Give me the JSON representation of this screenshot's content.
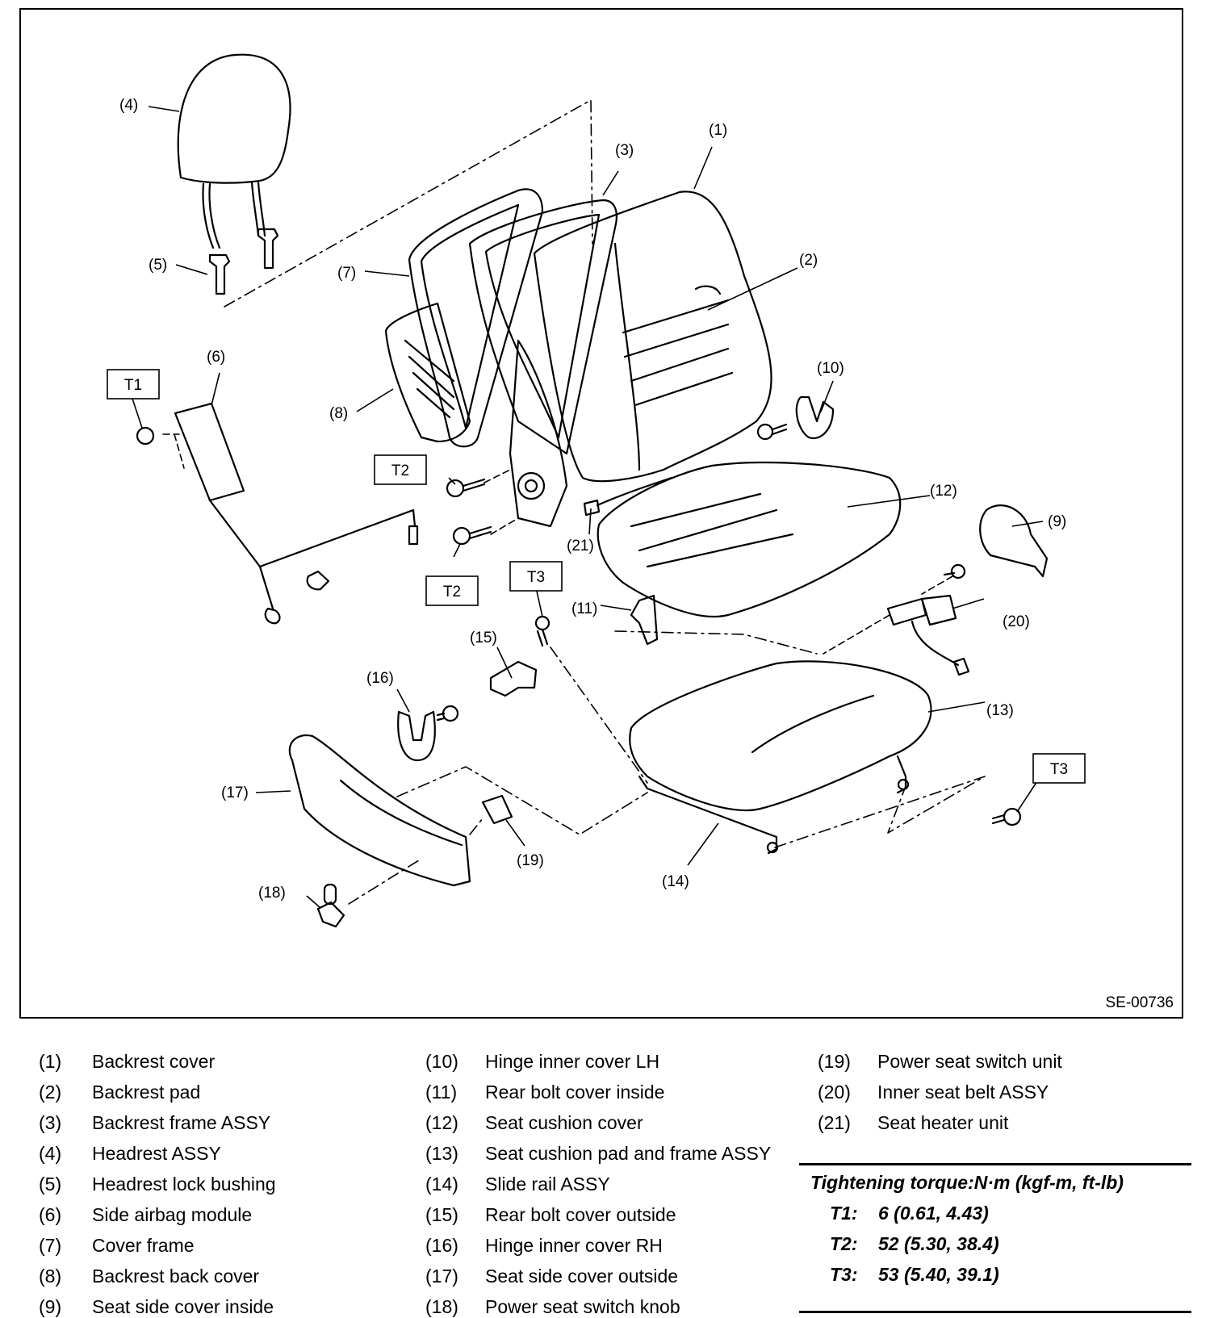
{
  "figure": {
    "code": "SE-00736",
    "callouts": [
      "(1)",
      "(2)",
      "(3)",
      "(4)",
      "(5)",
      "(6)",
      "(7)",
      "(8)",
      "(9)",
      "(10)",
      "(11)",
      "(12)",
      "(13)",
      "(14)",
      "(15)",
      "(16)",
      "(17)",
      "(18)",
      "(19)",
      "(20)",
      "(21)"
    ],
    "torque_tags": [
      "T1",
      "T2",
      "T2",
      "T3",
      "T3"
    ]
  },
  "legend": {
    "columns": [
      [
        {
          "num": "(1)",
          "text": "Backrest cover"
        },
        {
          "num": "(2)",
          "text": "Backrest pad"
        },
        {
          "num": "(3)",
          "text": "Backrest frame ASSY"
        },
        {
          "num": "(4)",
          "text": "Headrest ASSY"
        },
        {
          "num": "(5)",
          "text": "Headrest lock bushing"
        },
        {
          "num": "(6)",
          "text": "Side airbag module"
        },
        {
          "num": "(7)",
          "text": "Cover frame"
        },
        {
          "num": "(8)",
          "text": "Backrest back cover"
        },
        {
          "num": "(9)",
          "text": "Seat side cover inside"
        }
      ],
      [
        {
          "num": "(10)",
          "text": "Hinge inner cover LH"
        },
        {
          "num": "(11)",
          "text": "Rear bolt cover inside"
        },
        {
          "num": "(12)",
          "text": "Seat cushion cover"
        },
        {
          "num": "(13)",
          "text": "Seat cushion pad and frame ASSY"
        },
        {
          "num": "(14)",
          "text": "Slide rail ASSY"
        },
        {
          "num": "(15)",
          "text": "Rear bolt cover outside"
        },
        {
          "num": "(16)",
          "text": "Hinge inner cover RH"
        },
        {
          "num": "(17)",
          "text": "Seat side cover outside"
        },
        {
          "num": "(18)",
          "text": "Power seat switch knob"
        }
      ],
      [
        {
          "num": "(19)",
          "text": "Power seat switch unit"
        },
        {
          "num": "(20)",
          "text": "Inner seat belt ASSY"
        },
        {
          "num": "(21)",
          "text": "Seat heater unit"
        }
      ]
    ]
  },
  "torque": {
    "title": "Tightening torque:N·m (kgf-m, ft-lb)",
    "rows": [
      {
        "key": "T1:",
        "value": "6 (0.61, 4.43)"
      },
      {
        "key": "T2:",
        "value": "52 (5.30, 38.4)"
      },
      {
        "key": "T3:",
        "value": "53 (5.40, 39.1)"
      }
    ]
  }
}
